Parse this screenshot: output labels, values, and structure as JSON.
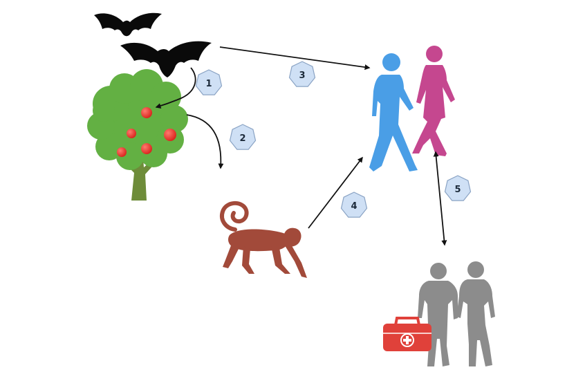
{
  "figure": {
    "nodes": [
      {
        "id": "bats",
        "icon": "bats-icon"
      },
      {
        "id": "fruit-tree",
        "icon": "fruit-tree-icon"
      },
      {
        "id": "monkey",
        "icon": "monkey-icon"
      },
      {
        "id": "people",
        "icon": "walking-people-icon"
      },
      {
        "id": "health-workers",
        "icon": "health-workers-icon"
      },
      {
        "id": "medical-kit",
        "icon": "medical-kit-icon"
      }
    ],
    "steps": [
      {
        "label": "1",
        "from": "bats",
        "to": "fruit-tree"
      },
      {
        "label": "2",
        "from": "fruit-tree",
        "to": "monkey"
      },
      {
        "label": "3",
        "from": "bats",
        "to": "people"
      },
      {
        "label": "4",
        "from": "monkey",
        "to": "people"
      },
      {
        "label": "5",
        "from": "people",
        "to": "health-workers",
        "bidirectional": true
      }
    ],
    "colors": {
      "bat": "#0a0a0a",
      "tree_foliage": "#63b043",
      "tree_trunk": "#6e8c3a",
      "fruit": "#e8332d",
      "monkey": "#a24a3a",
      "man": "#4a9ee6",
      "woman": "#c5478f",
      "health_workers": "#8c8c8c",
      "medical_kit": "#e0413a",
      "badge_fill": "#cfe0f5",
      "badge_stroke": "#8aa3c4",
      "arrow": "#111111"
    }
  }
}
